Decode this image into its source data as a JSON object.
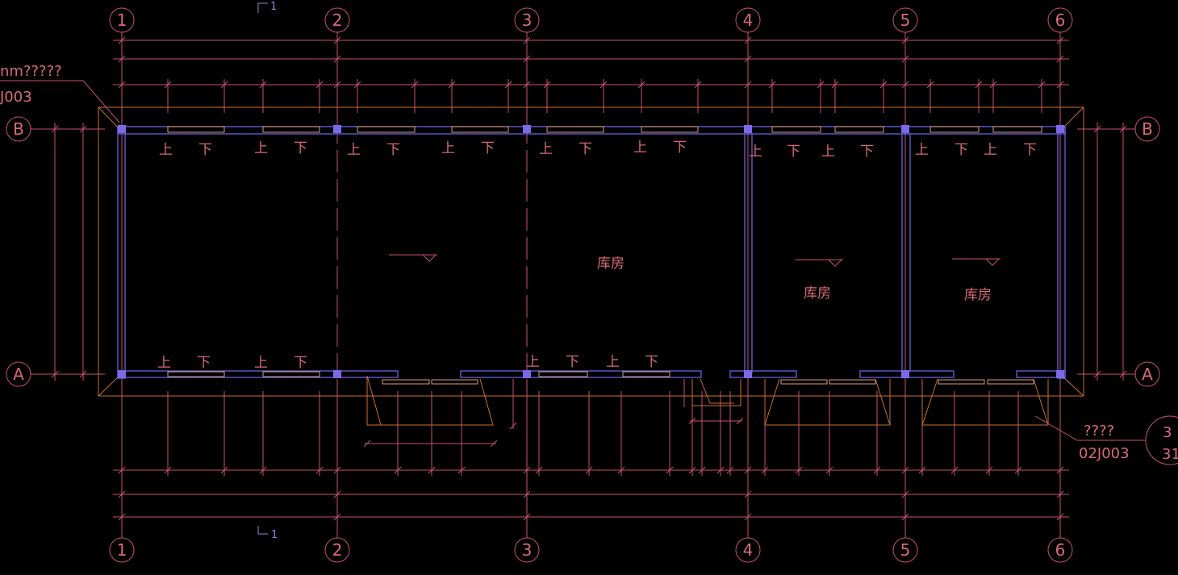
{
  "drawing": {
    "background": "#000000",
    "colors": {
      "dimension": "#c8507a",
      "wall": "#6a60e0",
      "outline": "#c8702a",
      "window": "#d8a070",
      "text": "#d86a7a",
      "section": "#8a85d8"
    },
    "axes_vertical": [
      "1",
      "2",
      "3",
      "4",
      "5",
      "6"
    ],
    "axes_horizontal": [
      "B",
      "A"
    ],
    "rooms": [
      {
        "label": "库房"
      },
      {
        "label": "库房"
      },
      {
        "label": "库房"
      }
    ],
    "door_tags": {
      "up": "上",
      "down": "下"
    },
    "section_marks": {
      "top": "1",
      "bottom": "1"
    },
    "refs": {
      "left_top": "nm?????",
      "left_bottom": "J003",
      "right_top": "????",
      "right_bottom": "02J003",
      "bubble_top": "3",
      "bubble_bottom": "31"
    }
  }
}
